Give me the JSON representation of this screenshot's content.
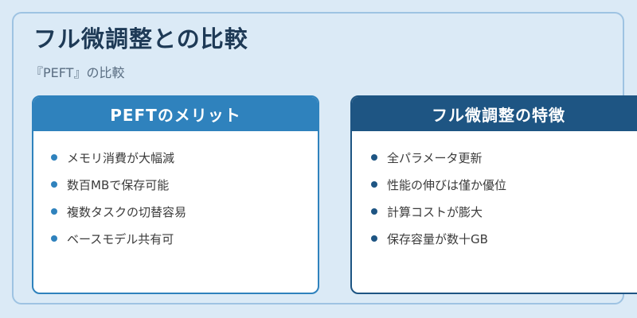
{
  "title": "フル微調整との比較",
  "subtitle": "『PEFT』の比較",
  "left_card": {
    "header": "PEFTのメリット",
    "items": [
      "メモリ消費が大幅減",
      "数百MBで保存可能",
      "複数タスクの切替容易",
      "ベースモデル共有可"
    ]
  },
  "right_card": {
    "header": "フル微調整の特徴",
    "items": [
      "全パラメータ更新",
      "性能の伸びは僅か優位",
      "計算コストが膨大",
      "保存容量が数十GB"
    ]
  },
  "colors": {
    "background": "#dbeaf6",
    "left_accent": "#2f82bd",
    "right_accent": "#1e5583",
    "title": "#1e3a56"
  }
}
